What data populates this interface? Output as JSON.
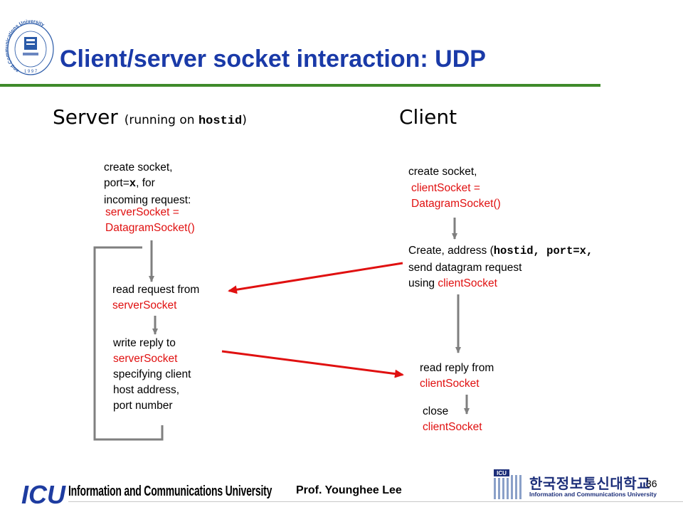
{
  "slide": {
    "title": "Client/server socket interaction: UDP",
    "page_number": "36",
    "accent_title": "#1a3aa8",
    "accent_rule": "#3f8a2a",
    "accent_arrow": "#e01010"
  },
  "server": {
    "heading": "Server",
    "heading_paren_open": "(",
    "heading_running": "running on ",
    "heading_host": "hostid",
    "heading_paren_close": ")",
    "create": {
      "line1": "create socket,",
      "line2_pre": "port=",
      "line2_var": "x",
      "line2_post": ", for",
      "line3": "incoming request:",
      "code1": "serverSocket =",
      "code2": "DatagramSocket()"
    },
    "read": {
      "line1": "read request from",
      "code": "serverSocket"
    },
    "write": {
      "line1": "write reply to",
      "code": "serverSocket",
      "line3": "specifying client",
      "line4": "host address,",
      "line5": "port number"
    }
  },
  "client": {
    "heading": "Client",
    "create": {
      "line1": "create socket,",
      "code1": "clientSocket =",
      "code2": "DatagramSocket()"
    },
    "send": {
      "line1_pre": "Create, address (",
      "line1_code": "hostid, port=x,",
      "line2": "send datagram request",
      "line3_pre": "using ",
      "line3_code": "clientSocket"
    },
    "read": {
      "line1": "read reply from",
      "code": "clientSocket"
    },
    "close": {
      "line1": "close",
      "code": "clientSocket"
    }
  },
  "footer": {
    "logo_text": "ICU",
    "university": "Information and Communications University",
    "professor": "Prof. Younghee Lee",
    "right_logo_text": "ICU",
    "korean_name": "한국정보통신대학교",
    "korean_sub": "Information and Communications University",
    "seal_text": "and Communications University",
    "seal_year": "1 9 9 7"
  }
}
